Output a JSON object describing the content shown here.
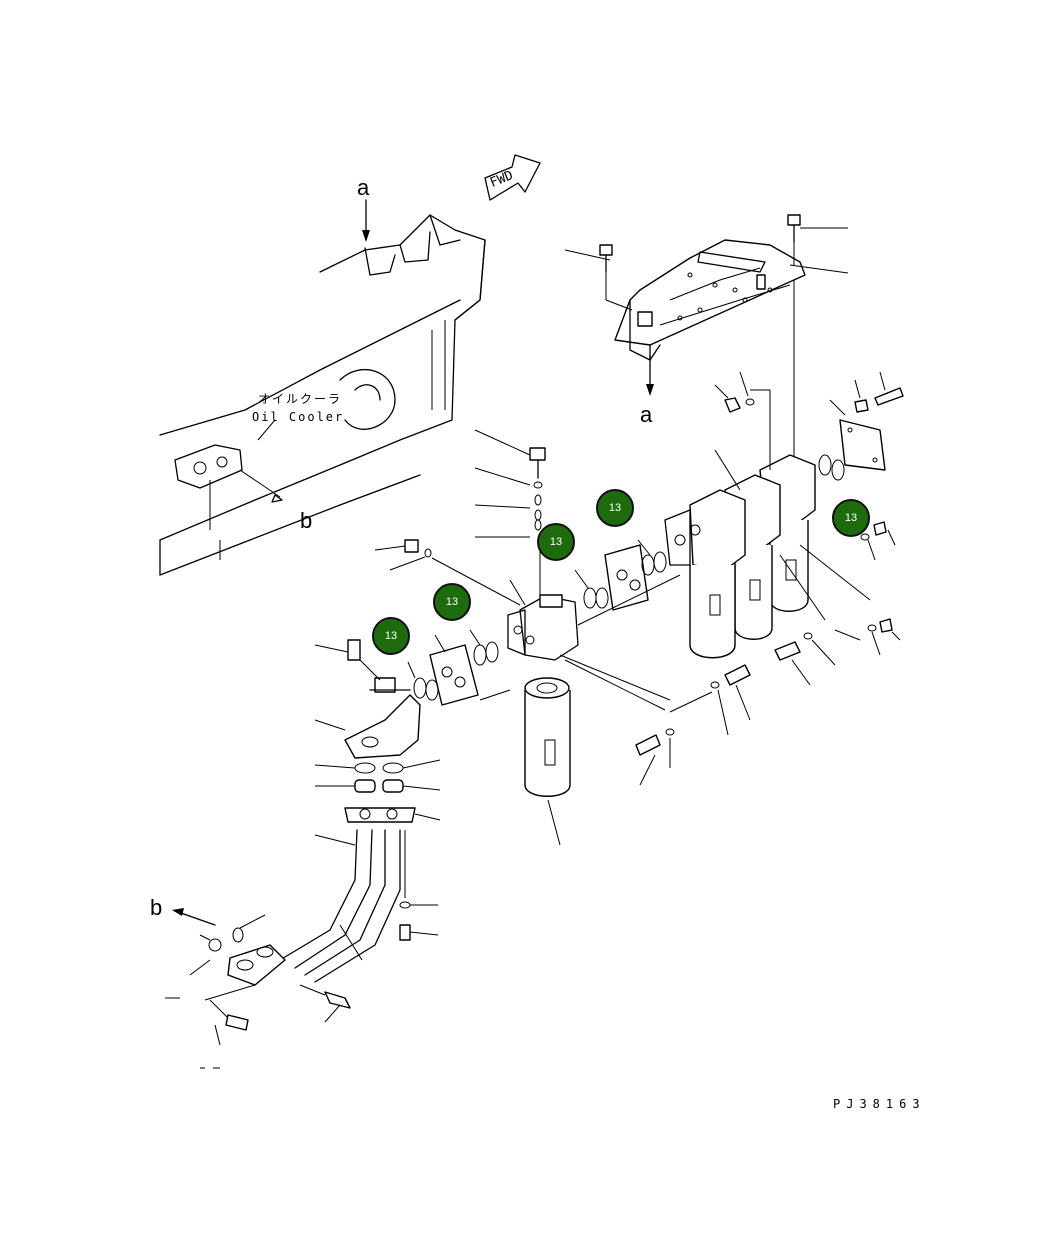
{
  "diagram": {
    "letters": {
      "a_top": "a",
      "a_bottom": "a",
      "b_right": "b",
      "b_left": "b"
    },
    "oil_cooler_label": {
      "japanese": "オイルクーラ",
      "english": "Oil Cooler"
    },
    "fwd_label": "FWD",
    "drawing_code": "PJ38163",
    "callouts": [
      "13",
      "13",
      "13",
      "13",
      "13"
    ],
    "colors": {
      "callout_fill": "#1e6b0e",
      "line": "#000000",
      "background": "#ffffff"
    }
  }
}
